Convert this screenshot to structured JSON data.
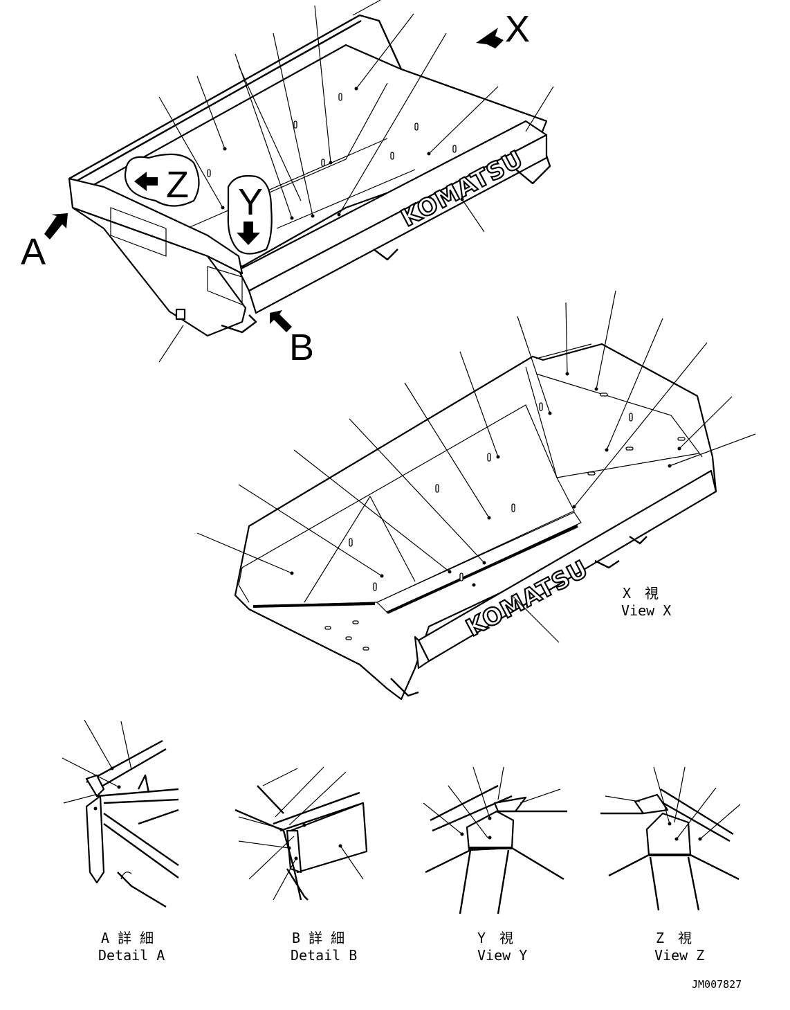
{
  "markers": {
    "view_x": "X",
    "view_y": "Y",
    "view_z": "Z",
    "detail_a": "A",
    "detail_b": "B"
  },
  "brand": "KOMATSU",
  "captions": {
    "view_x_jp": "X　視",
    "view_x_en": "View X",
    "detail_a_jp": "A 詳 細",
    "detail_a_en": "Detail A",
    "detail_b_jp": "B 詳 細",
    "detail_b_en": "Detail B",
    "view_y_jp": "Y　視",
    "view_y_en": "View Y",
    "view_z_jp": "Z　視",
    "view_z_en": "View Z"
  },
  "drawing_code": "JM007827"
}
